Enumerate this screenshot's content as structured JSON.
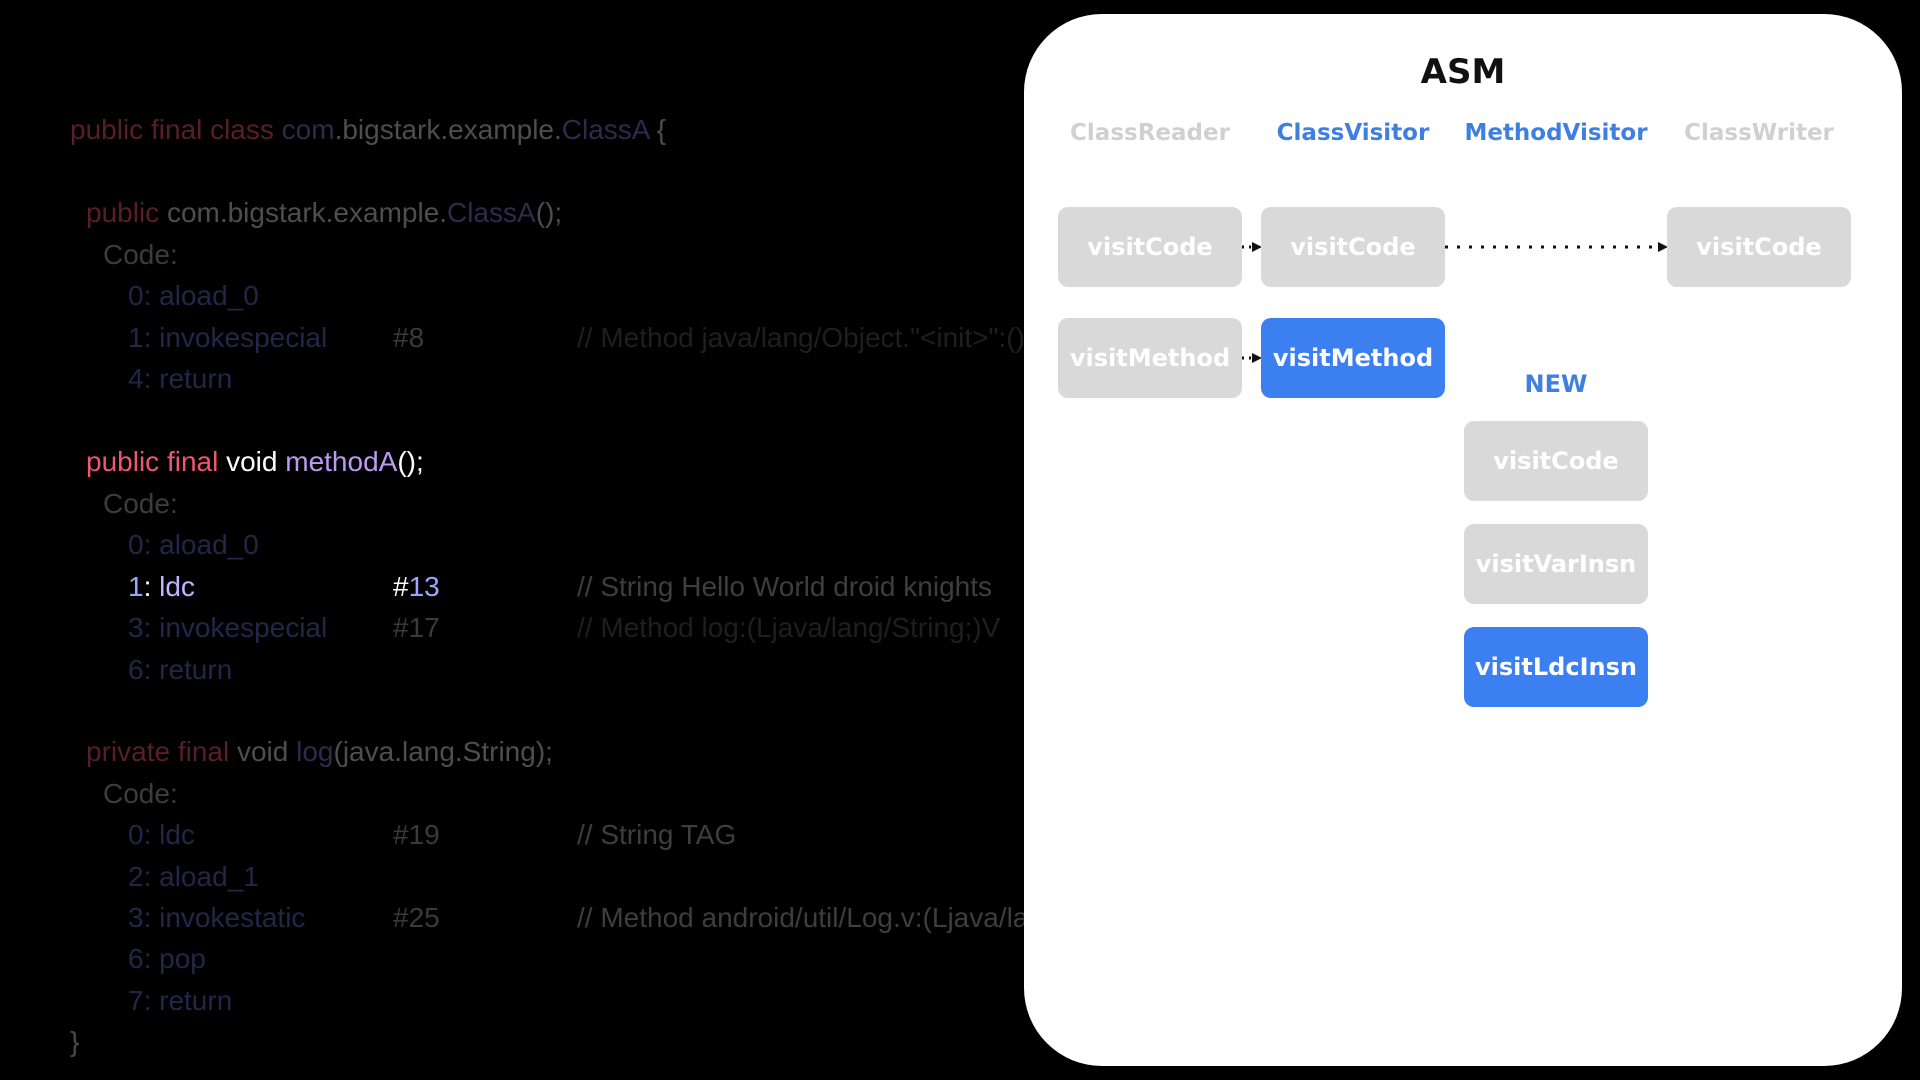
{
  "code": {
    "class_decl": {
      "kw": "public final class ",
      "pkg": "com",
      "dot": ".bigstark.example.",
      "cls": "ClassA",
      "brace": " {"
    },
    "ctor_decl": {
      "kw": "public ",
      "pkg": "com.bigstark.example.",
      "cls": "ClassA",
      "rest": "();"
    },
    "ctor_code_label": "Code:",
    "ctor_ops": [
      {
        "op": "0: aload_0",
        "ref": "",
        "comment": ""
      },
      {
        "op": "1: invokespecial",
        "ref": "#8",
        "comment": "// Method java/lang/Object.\"<init>\":()V"
      },
      {
        "op": "4: return",
        "ref": "",
        "comment": ""
      }
    ],
    "methodA_decl": {
      "kw": "public final ",
      "type": "void ",
      "name": "methodA",
      "rest": "();"
    },
    "methodA_code_label": "Code:",
    "methodA_ops": [
      {
        "op": "0: aload_0",
        "ref": "",
        "comment": ""
      },
      {
        "op_num": "1",
        "op_sep": ": ",
        "op_name": "ldc",
        "ref_hash": "#",
        "ref_num": "13",
        "comment": "// String Hello World droid knights"
      },
      {
        "op": "3: invokespecial",
        "ref": "#17",
        "comment": "// Method log:(Ljava/lang/String;)V"
      },
      {
        "op": "6: return",
        "ref": "",
        "comment": ""
      }
    ],
    "log_decl": {
      "kw": "private final ",
      "type": "void ",
      "name": "log",
      "rest": "(java.lang.String);"
    },
    "log_code_label": "Code:",
    "log_ops": [
      {
        "op": "0: ldc",
        "ref": "#19",
        "comment": "// String TAG"
      },
      {
        "op": "2: aload_1",
        "ref": "",
        "comment": ""
      },
      {
        "op": "3: invokestatic",
        "ref": "#25",
        "comment": "// Method android/util/Log.v:(Ljava/lang/String;Ljava/lang/String;)I"
      },
      {
        "op": "6: pop",
        "ref": "",
        "comment": ""
      },
      {
        "op": "7: return",
        "ref": "",
        "comment": ""
      }
    ],
    "close_brace": "}"
  },
  "asm": {
    "title": "ASM",
    "columns": [
      "ClassReader",
      "ClassVisitor",
      "MethodVisitor",
      "ClassWriter"
    ],
    "row1": [
      "visitCode",
      "visitCode",
      "visitCode"
    ],
    "row2": [
      "visitMethod",
      "visitMethod"
    ],
    "new_label": "NEW",
    "method_visitor_calls": [
      "visitCode",
      "visitVarInsn",
      "visitLdcInsn"
    ]
  },
  "colors": {
    "accent_blue": "#3c7ff0",
    "inactive_gray": "#d9d9d9",
    "keyword_red": "#f0566e"
  }
}
